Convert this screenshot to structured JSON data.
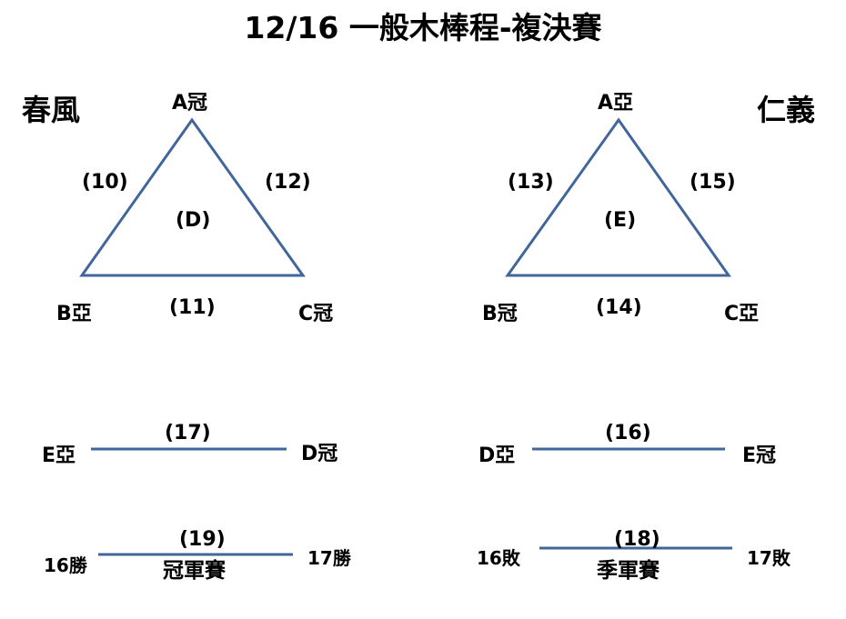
{
  "title": "12/16 一般木棒程-複決賽",
  "groups": {
    "left": {
      "name": "春風",
      "vertices": {
        "top": "A冠",
        "left": "B亞",
        "right": "C冠"
      },
      "edges": {
        "left": "(10)",
        "right": "(12)",
        "bottom": "(11)"
      },
      "center": "(D)"
    },
    "right": {
      "name": "仁義",
      "vertices": {
        "top": "A亞",
        "left": "B冠",
        "right": "C亞"
      },
      "edges": {
        "left": "(13)",
        "right": "(15)",
        "bottom": "(14)"
      },
      "center": "(E)"
    }
  },
  "matches": {
    "m17": {
      "left": "E亞",
      "label": "(17)",
      "right": "D冠"
    },
    "m16": {
      "left": "D亞",
      "label": "(16)",
      "right": "E冠"
    },
    "m19": {
      "left": "16勝",
      "label": "(19)",
      "right": "17勝",
      "subtitle": "冠軍賽"
    },
    "m18": {
      "left": "16敗",
      "label": "(18)",
      "right": "17敗",
      "subtitle": "季軍賽"
    }
  },
  "colors": {
    "line": "#41679a",
    "text": "#000000"
  }
}
